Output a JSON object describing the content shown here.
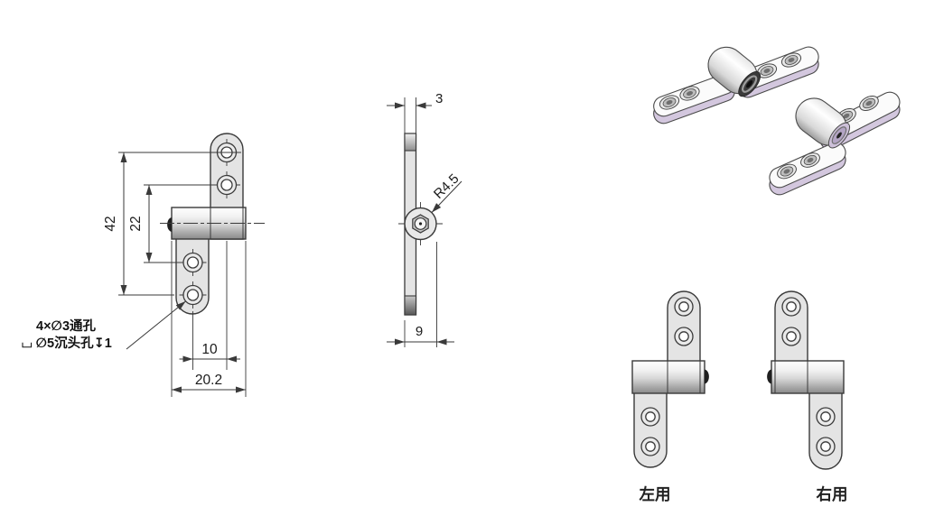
{
  "page": {
    "background": "#ffffff"
  },
  "colors": {
    "line": "#3a3a3a",
    "text": "#1b1b1b",
    "metal_light": "#e4e4e4",
    "metal_dark": "#8a8a8a",
    "iso_top_face": "#fbfbfb",
    "iso_side_tint": "#d3c7de",
    "pivot_cap_dark": "#3a3a3a"
  },
  "front_view": {
    "dims": {
      "overall_height": "42",
      "inner_height": "22",
      "hole_offset": "10",
      "overall_width": "20.2"
    },
    "callout": {
      "line1": "4×∅3通孔",
      "line2": "⌴ ∅5沉头孔↧1"
    }
  },
  "side_view": {
    "dims": {
      "thickness": "3",
      "depth": "9"
    },
    "radius_callout": "R4.5"
  },
  "variants": {
    "left_label": "左用",
    "right_label": "右用"
  }
}
